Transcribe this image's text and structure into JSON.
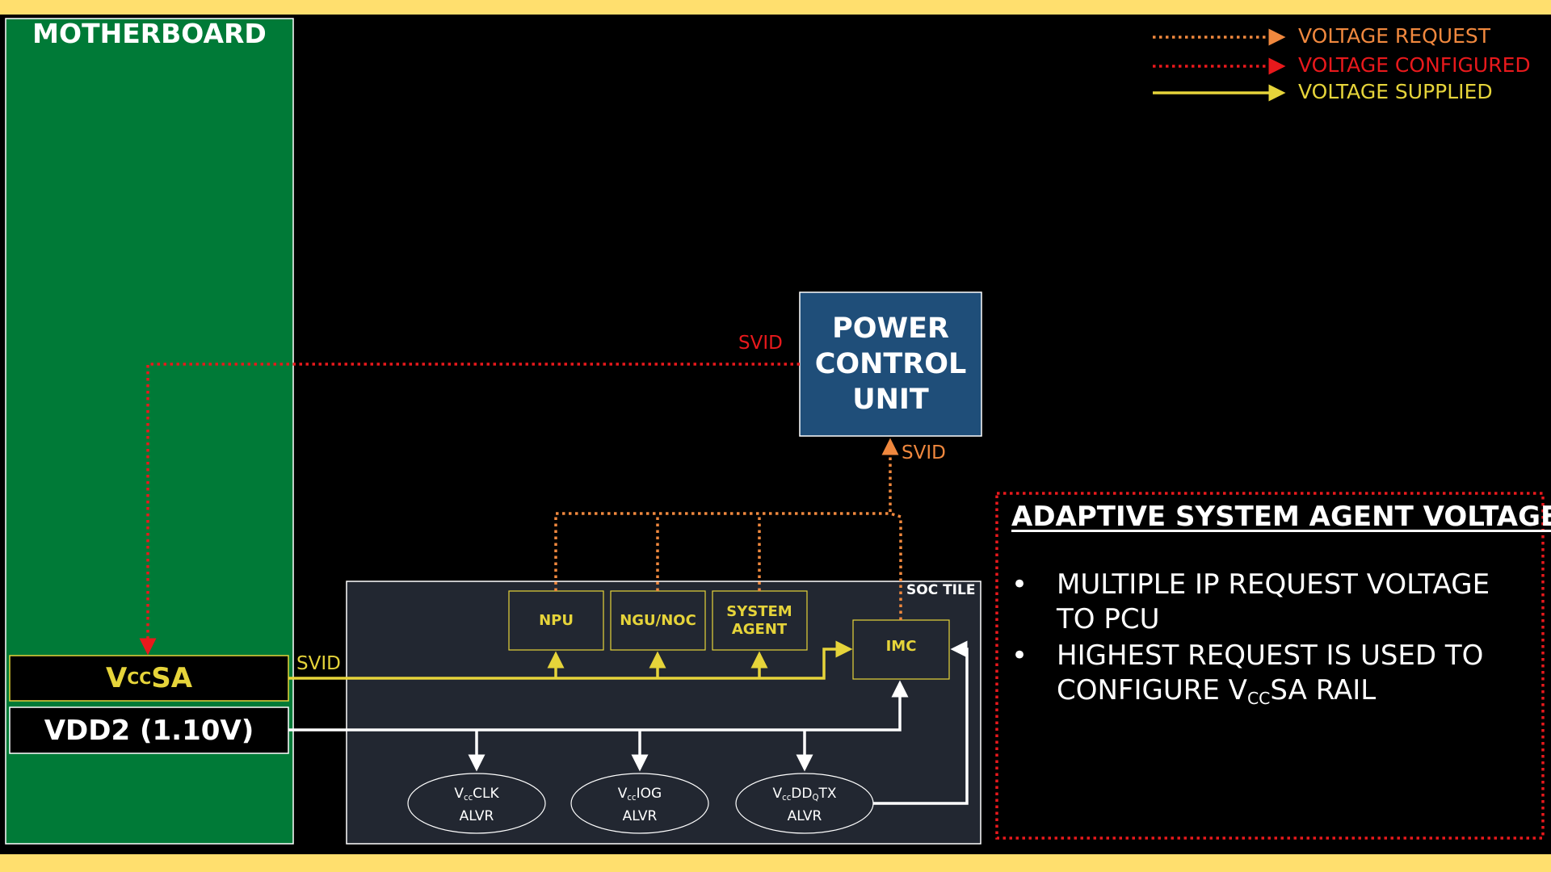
{
  "colors": {
    "band": "#ffdf6e",
    "motherboard_green": "#007a37",
    "soc_tile_bg": "#222731",
    "pcu_blue": "#1f4e79",
    "voltage_request": "#f0883e",
    "voltage_configured": "#e8191c",
    "voltage_supplied": "#e6d43a",
    "white": "#ffffff"
  },
  "legend": [
    {
      "label": "VOLTAGE REQUEST",
      "style": "dotted",
      "color": "#f0883e"
    },
    {
      "label": "VOLTAGE CONFIGURED",
      "style": "dotted",
      "color": "#e8191c"
    },
    {
      "label": "VOLTAGE SUPPLIED",
      "style": "solid",
      "color": "#e6d43a"
    }
  ],
  "motherboard": {
    "title": "MOTHERBOARD",
    "rails": {
      "vccsa": {
        "v": "V",
        "sub": "CC",
        "rest": "SA"
      },
      "vdd2": "VDD2 (1.10V)"
    }
  },
  "pcu": {
    "label": "POWER CONTROL UNIT"
  },
  "links": {
    "svid_configured": "SVID",
    "svid_request": "SVID",
    "svid_supplied": "SVID"
  },
  "soc_tile": {
    "title": "SOC TILE",
    "ips": [
      "NPU",
      "NGU/NOC",
      "SYSTEM AGENT",
      "IMC"
    ],
    "alvrs": [
      {
        "v": "V",
        "sub": "cc",
        "rest": "CLK",
        "sub2": "",
        "tail": "",
        "line2": "ALVR"
      },
      {
        "v": "V",
        "sub": "cc",
        "rest": "IOG",
        "sub2": "",
        "tail": "",
        "line2": "ALVR"
      },
      {
        "v": "V",
        "sub": "cc",
        "rest": "DD",
        "sub2": "Q",
        "tail": "TX",
        "line2": "ALVR"
      }
    ]
  },
  "info_panel": {
    "title": "ADAPTIVE SYSTEM AGENT VOLTAGE",
    "bullet_char": "•",
    "bullets": [
      "MULTIPLE IP REQUEST VOLTAGE TO PCU",
      {
        "pre": "HIGHEST REQUEST IS USED TO CONFIGURE V",
        "sub": "CC",
        "post": "SA RAIL"
      }
    ]
  }
}
